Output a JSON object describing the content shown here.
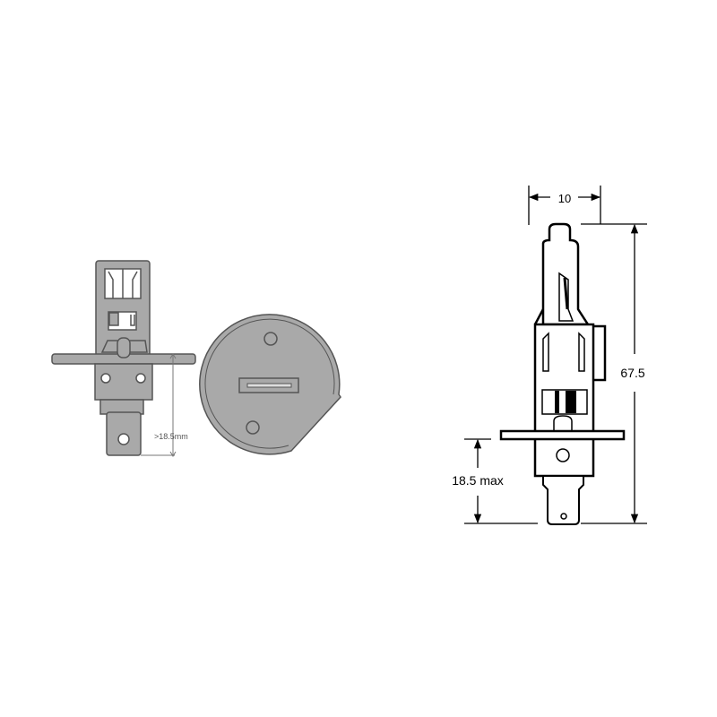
{
  "left_view": {
    "dimension_label": ">18.5mm",
    "fill_color": "#a9a9a9",
    "stroke_color": "#555555"
  },
  "right_view": {
    "width_label": "10",
    "height_label": "67.5",
    "base_label": "18.5 max",
    "stroke_color": "#000000"
  }
}
